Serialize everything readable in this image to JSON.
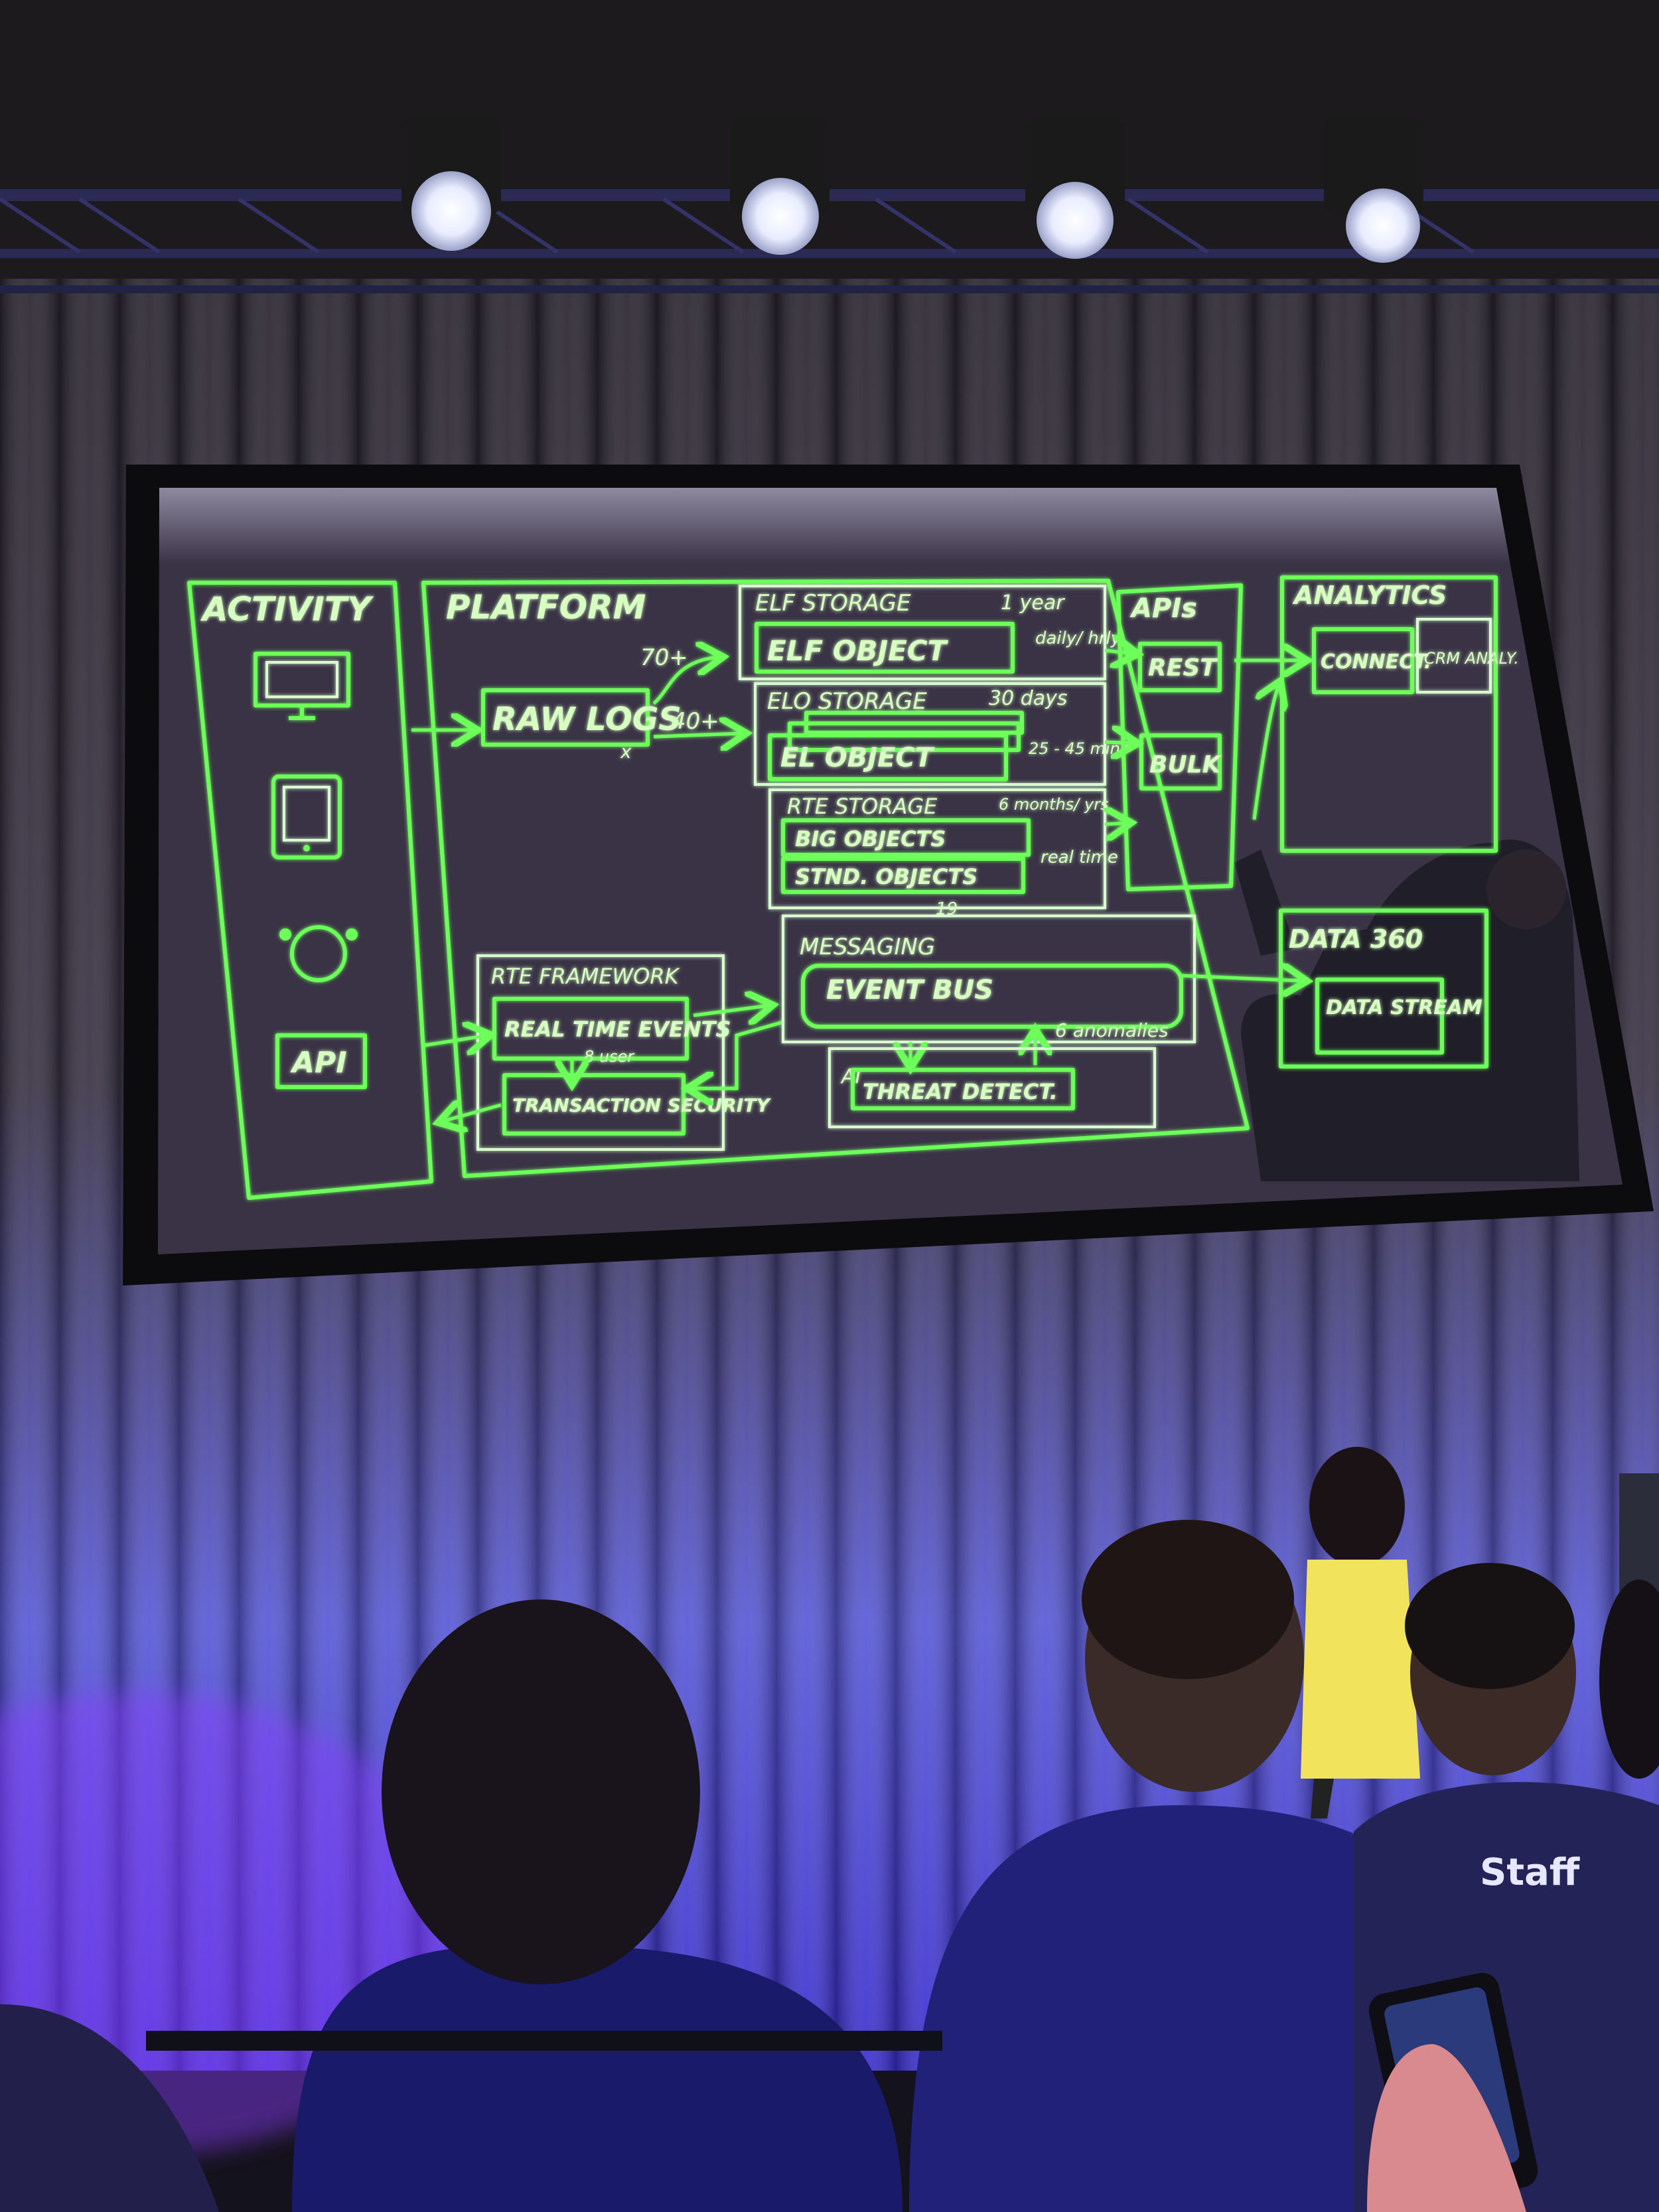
{
  "diagram": {
    "activity": {
      "title": "ACTIVITY",
      "items": [
        {
          "icon": "desktop-icon"
        },
        {
          "icon": "mobile-icon"
        },
        {
          "icon": "integration-icon"
        },
        {
          "label": "API"
        }
      ]
    },
    "platform": {
      "title": "PLATFORM",
      "raw_logs": "RAW LOGS",
      "note_70": "70+",
      "note_40": "40+",
      "note_x": "x",
      "elf_storage": {
        "title": "ELF STORAGE",
        "retention": "1 year",
        "object": "ELF OBJECT",
        "frequency": "daily/ hrly"
      },
      "elo_storage": {
        "title": "ELO STORAGE",
        "retention": "30 days",
        "object": "EL OBJECT",
        "latency": "25 - 45 mins"
      },
      "rte_storage": {
        "title": "RTE STORAGE",
        "retention": "6 months/ yrs.",
        "objects": [
          "BIG OBJECTS",
          "STND. OBJECTS"
        ],
        "latency": "real time"
      },
      "rte_framework": {
        "title": "RTE FRAMEWORK",
        "realtime": "REAL TIME EVENTS",
        "note": "8 user",
        "security": "TRANSACTION SECURITY"
      },
      "messaging": {
        "title": "MESSAGING",
        "bus": "EVENT BUS",
        "count": "19",
        "anomalies": "6 anomalies"
      },
      "ai": {
        "title": "AI",
        "item": "THREAT DETECT."
      }
    },
    "apis": {
      "title": "APIs",
      "items": [
        "REST",
        "BULK"
      ]
    },
    "analytics": {
      "title": "ANALYTICS",
      "connect": "CONNECT.",
      "crm": "CRM ANALY."
    },
    "data360": {
      "title": "DATA 360",
      "item": "DATA STREAM"
    },
    "badge": "Staff"
  },
  "colors": {
    "neon": "#6dff5a",
    "chalk": "#d8ffc2",
    "stage_blue": "#3b3cff"
  }
}
